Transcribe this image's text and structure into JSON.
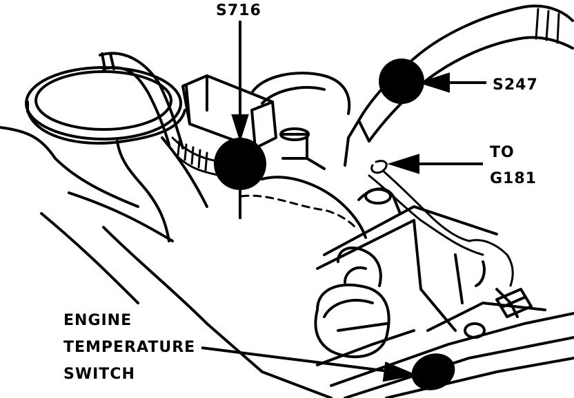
{
  "labels": {
    "s716": "S716",
    "s247": "S247",
    "to_line1": "TO",
    "to_line2": "G181",
    "engine_line1": "ENGINE",
    "engine_line2": "TEMPERATURE",
    "engine_line3": "SWITCH"
  },
  "colors": {
    "ink": "#000000",
    "paper": "#ffffff"
  }
}
